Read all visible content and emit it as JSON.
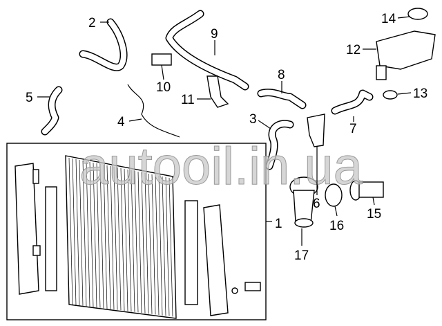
{
  "diagram": {
    "watermark": "autooil.in.ua",
    "callouts": [
      "1",
      "2",
      "3",
      "4",
      "5",
      "6",
      "7",
      "8",
      "9",
      "10",
      "11",
      "12",
      "13",
      "14",
      "15",
      "16",
      "17"
    ]
  }
}
